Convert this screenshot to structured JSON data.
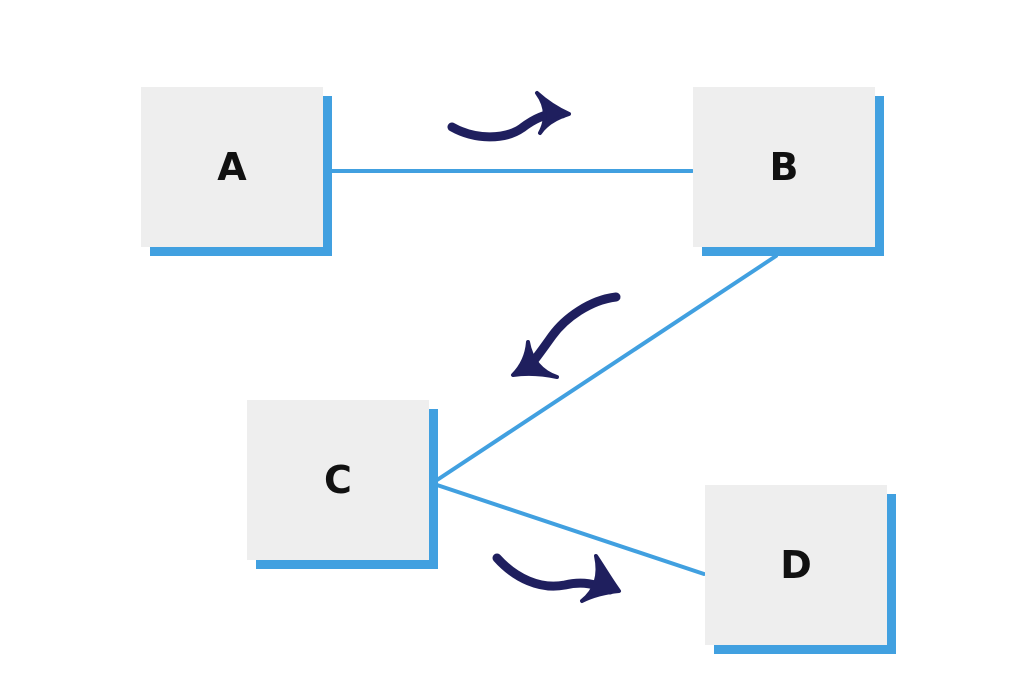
{
  "colors": {
    "node_fill": "#eeeeee",
    "node_shadow": "#41a0e0",
    "connector": "#41a0e0",
    "arrow": "#1f1f5e",
    "label": "#111111"
  },
  "nodes": {
    "a": {
      "label": "A"
    },
    "b": {
      "label": "B"
    },
    "c": {
      "label": "C"
    },
    "d": {
      "label": "D"
    }
  },
  "edges": [
    {
      "from": "A",
      "to": "B"
    },
    {
      "from": "B",
      "to": "C"
    },
    {
      "from": "C",
      "to": "D"
    }
  ],
  "icons": {
    "flow_arrow": "curved-arrow-icon"
  }
}
